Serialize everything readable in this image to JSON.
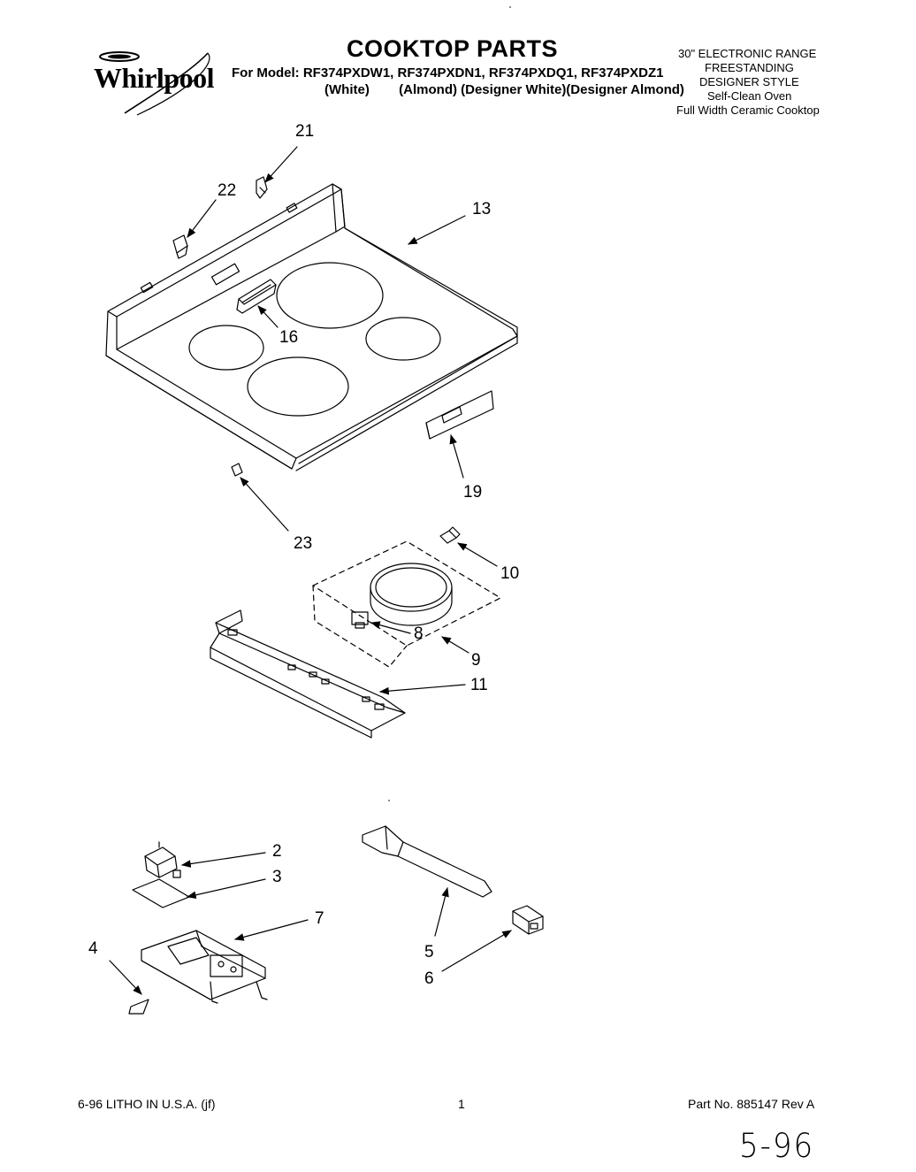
{
  "header": {
    "brand": "Whirlpool",
    "title": "COOKTOP PARTS",
    "model_line": "For Model: RF374PXDW1, RF374PXDN1, RF374PXDQ1, RF374PXDZ1",
    "color_line": "(White)        (Almond) (Designer White)(Designer Almond)",
    "spec_lines": [
      "30\" ELECTRONIC RANGE",
      "FREESTANDING",
      "DESIGNER STYLE",
      "Self-Clean Oven",
      "Full Width Ceramic Cooktop"
    ]
  },
  "callouts": {
    "c21": "21",
    "c22": "22",
    "c13": "13",
    "c16": "16",
    "c19": "19",
    "c23": "23",
    "c10": "10",
    "c8": "8",
    "c9": "9",
    "c11": "11",
    "c2": "2",
    "c3": "3",
    "c7": "7",
    "c4": "4",
    "c5": "5",
    "c6": "6"
  },
  "footer": {
    "litho": "6-96 LITHO IN U.S.A. (jf)",
    "page": "1",
    "part_no": "Part No. 885147 Rev A",
    "handwritten": "5-96"
  }
}
